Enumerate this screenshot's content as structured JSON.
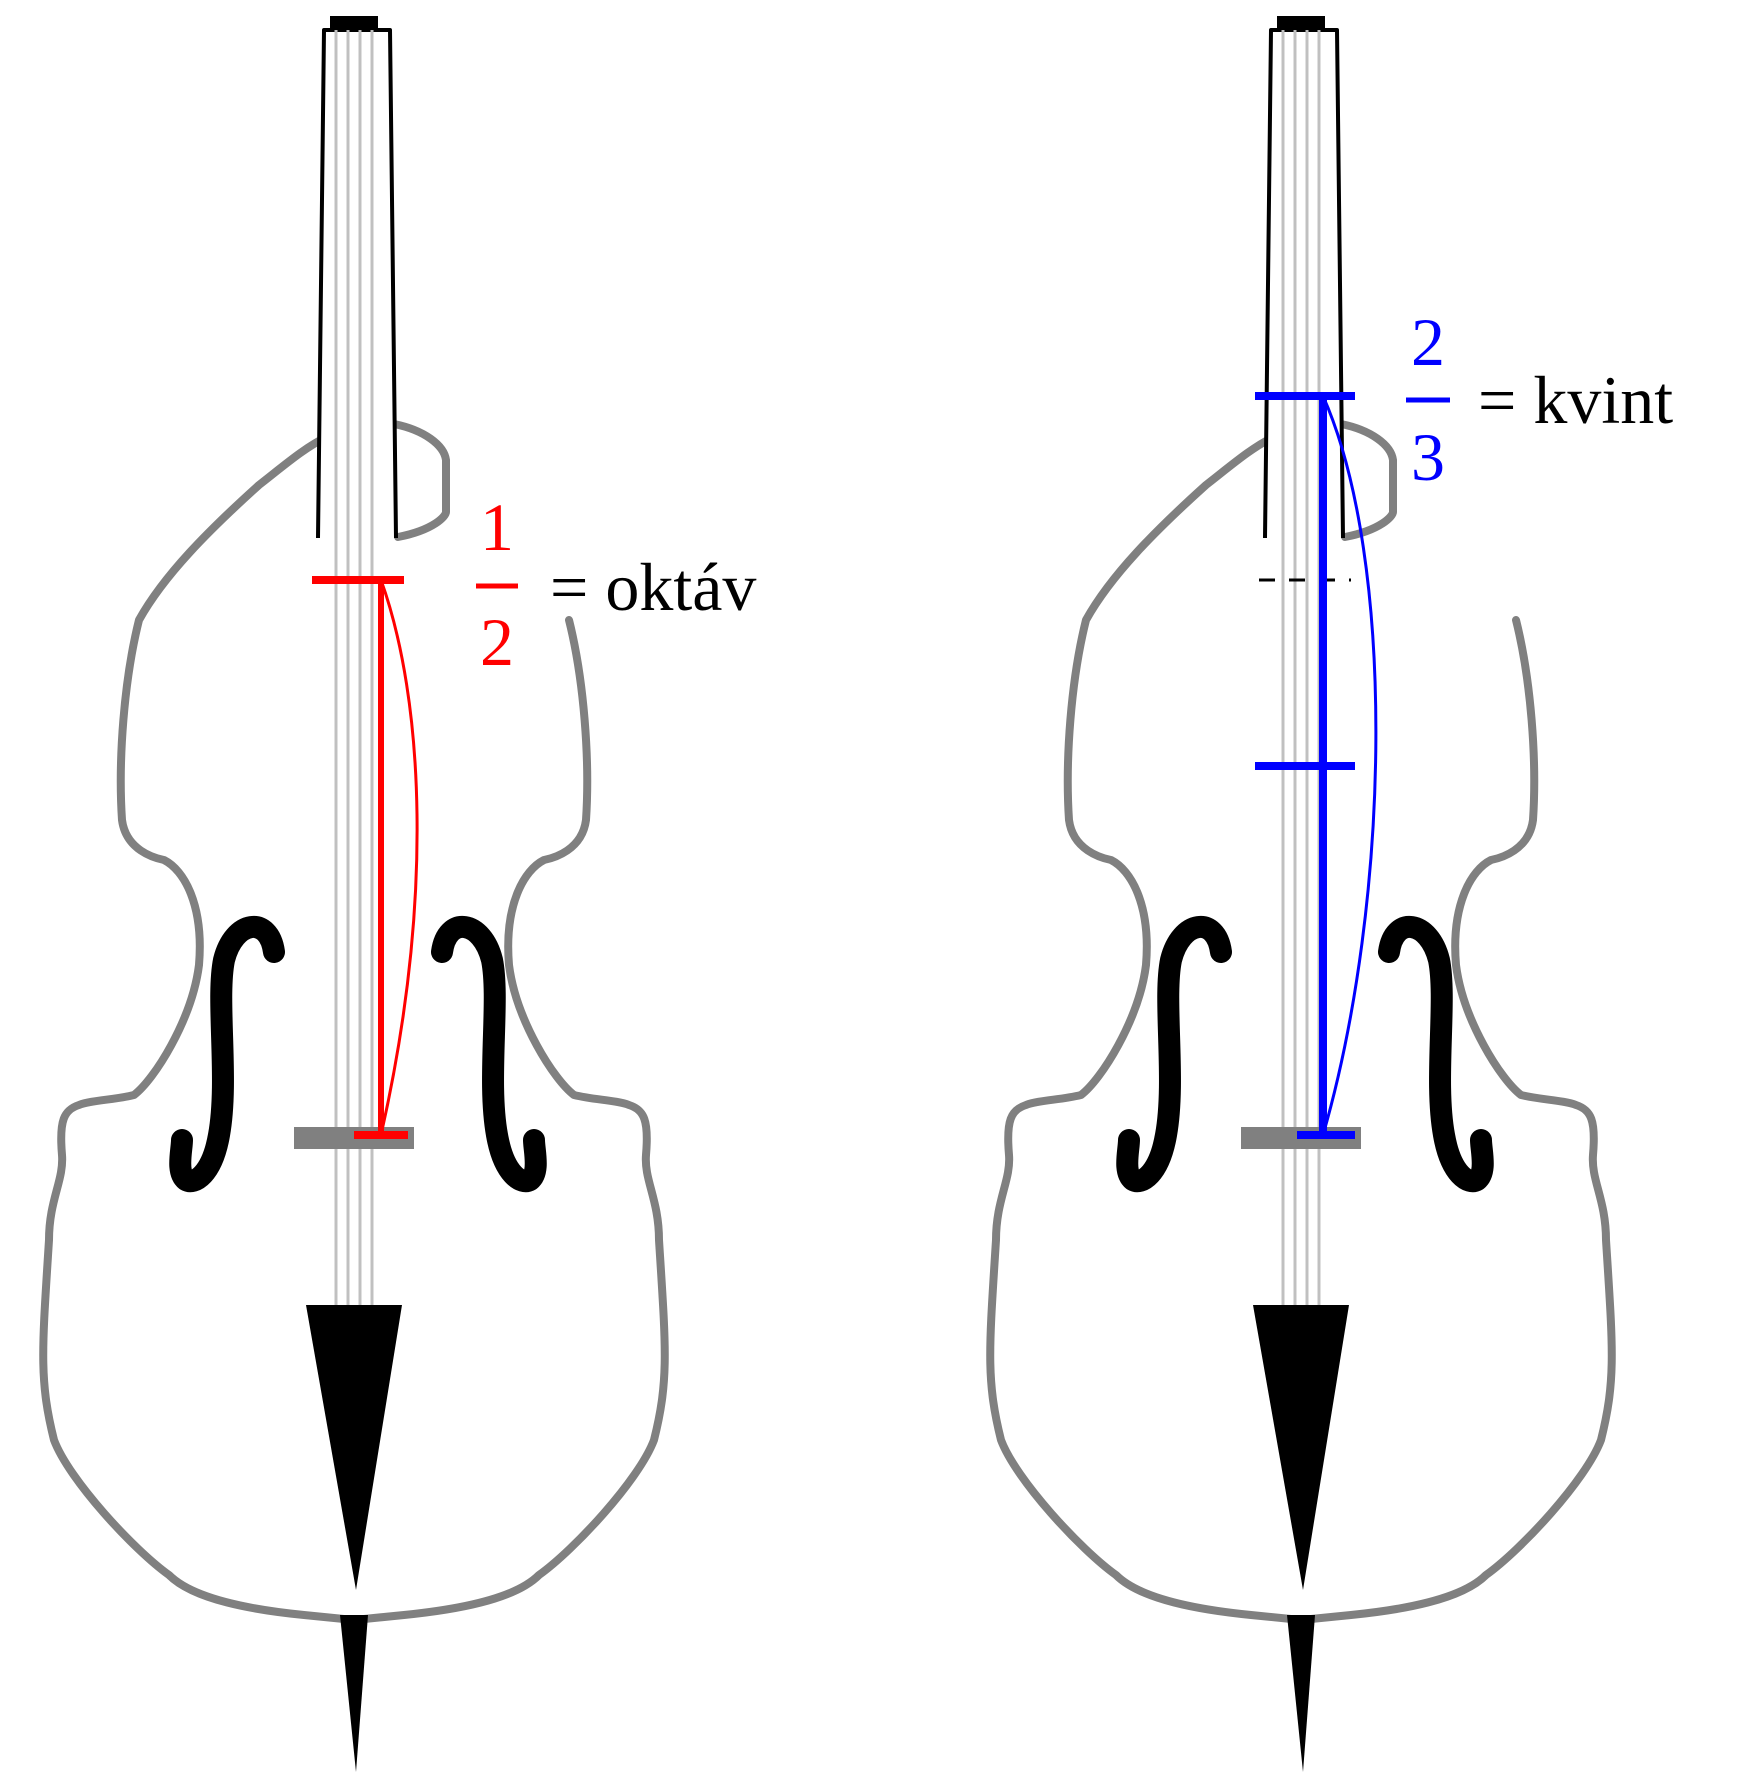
{
  "colors": {
    "body_outline": "#808080",
    "strings": "#c0c0c0",
    "bridge": "#808080",
    "ink": "#000000",
    "octave": "#ff0000",
    "fifth": "#0000ff"
  },
  "instruments": [
    {
      "id": "octave",
      "accent": "octave",
      "numerator": "1",
      "denominator": "2",
      "caption": "= oktáv",
      "ratio": 0.5
    },
    {
      "id": "fifth",
      "accent": "fifth",
      "numerator": "2",
      "denominator": "3",
      "caption": "= kvint",
      "ratio": 0.6667
    }
  ]
}
